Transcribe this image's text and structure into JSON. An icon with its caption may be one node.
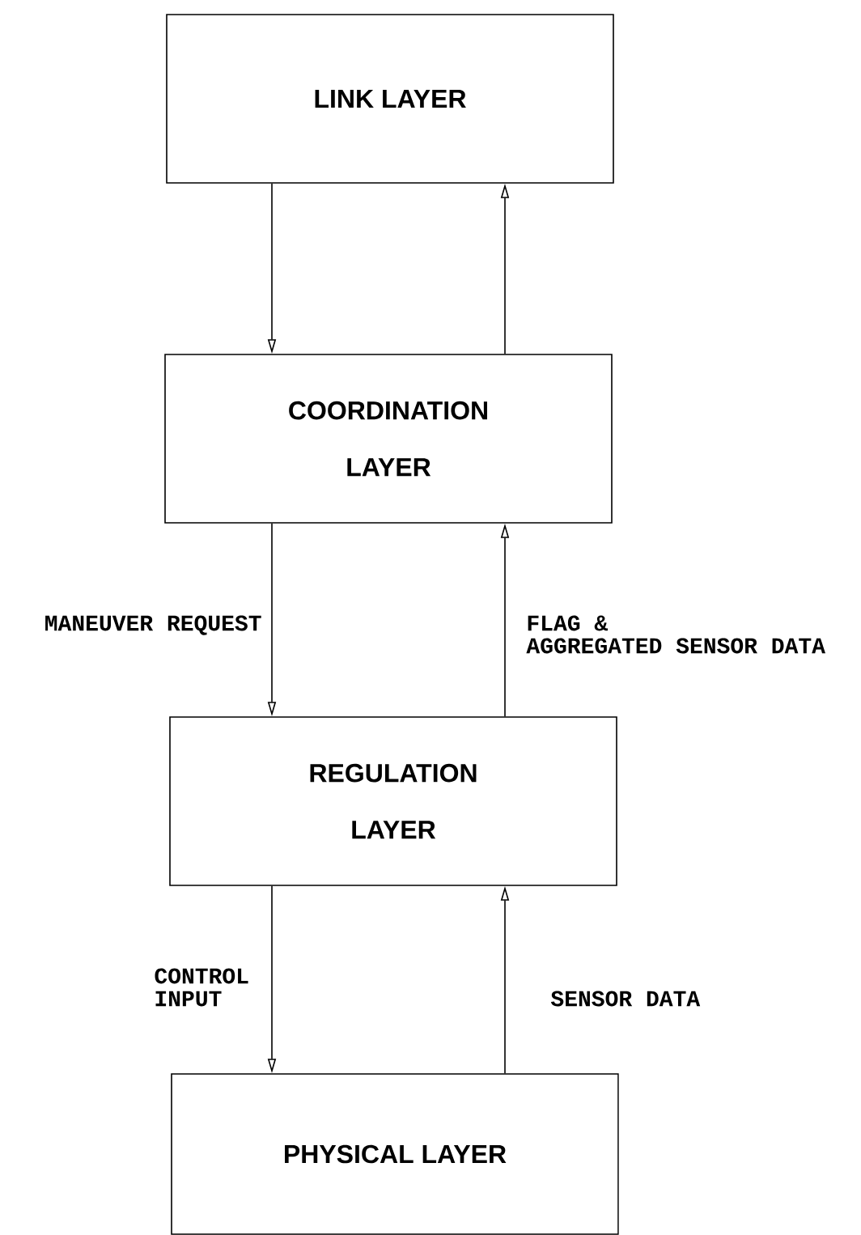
{
  "diagram": {
    "nodes": [
      {
        "text": [
          "LINK LAYER"
        ]
      },
      {
        "text": [
          "COORDINATION LAYER"
        ]
      },
      {
        "text": [
          "REGULATION LAYER"
        ]
      },
      {
        "text": [
          "PHYSICAL LAYER"
        ]
      }
    ],
    "edges": [
      {
        "from": 0,
        "to": 1,
        "arrow": "to"
      },
      {
        "from": 1,
        "to": 0,
        "arrow": "to"
      },
      {
        "from": 1,
        "to": 2,
        "arrow": "to",
        "label": "MANEUVER REQUEST"
      },
      {
        "from": 2,
        "to": 1,
        "arrow": "to",
        "label": "FLAG & AGGREGATED SENSOR DATA"
      },
      {
        "from": 2,
        "to": 3,
        "arrow": "to",
        "label": "CONTROL INPUT"
      },
      {
        "from": 3,
        "to": 2,
        "arrow": "to",
        "label": "SENSOR DATA"
      }
    ]
  }
}
